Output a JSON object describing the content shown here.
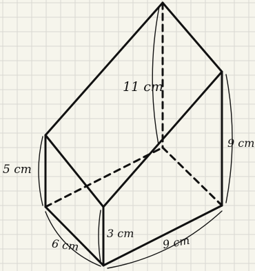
{
  "colors": {
    "paper": "#f6f5ec",
    "grid_line": "#d8d8d2",
    "ink": "#111111"
  },
  "figure": {
    "labels": {
      "height_left_front": "5 cm",
      "height_back_peak": "11 cm",
      "height_right": "9 cm",
      "height_front_bottom": "3 cm",
      "depth_bottom": "6 cm",
      "width_bottom": "9 cm"
    }
  }
}
